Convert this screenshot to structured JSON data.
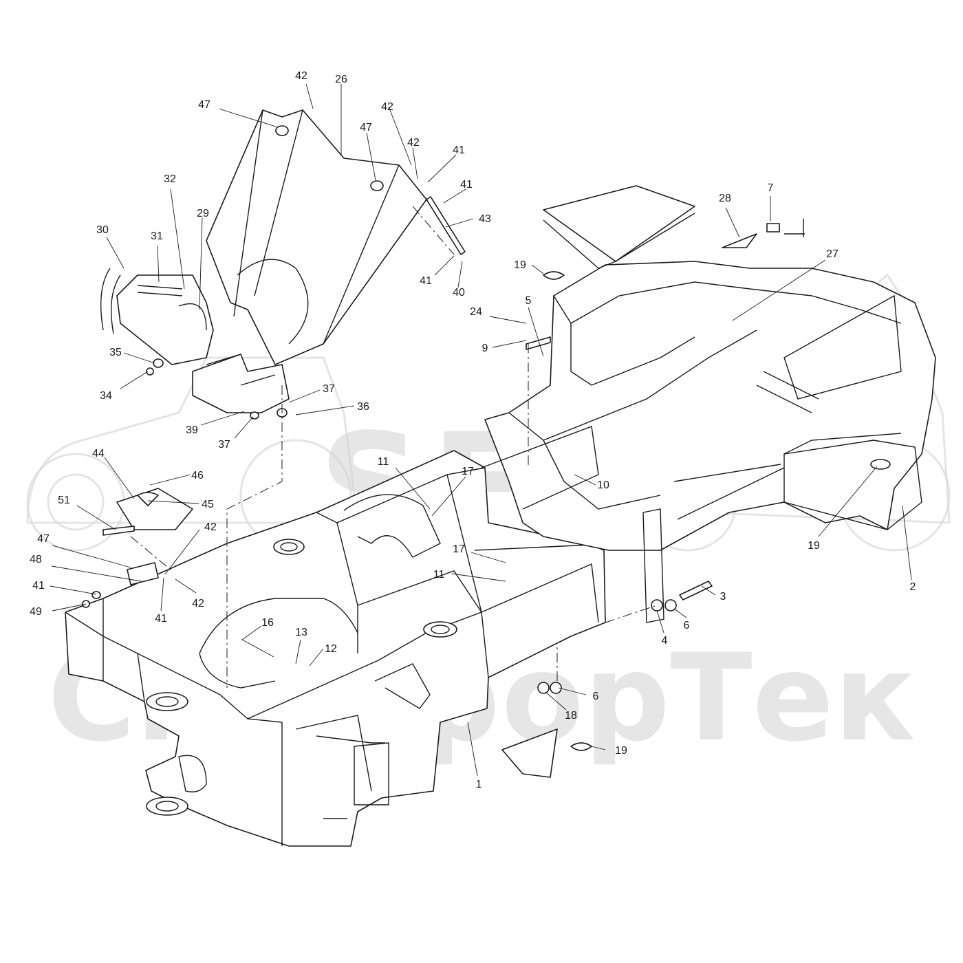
{
  "watermark": {
    "logo_text": "SFT",
    "brand_text": "СканфорТек",
    "color": "#d2d2d2"
  },
  "colors": {
    "ink": "#1a1a1a",
    "paper": "#ffffff"
  },
  "callouts": [
    {
      "id": "c-42a",
      "label": "42"
    },
    {
      "id": "c-26",
      "label": "26"
    },
    {
      "id": "c-47a",
      "label": "47"
    },
    {
      "id": "c-42b",
      "label": "42"
    },
    {
      "id": "c-47b",
      "label": "47"
    },
    {
      "id": "c-42c",
      "label": "42"
    },
    {
      "id": "c-41a",
      "label": "41"
    },
    {
      "id": "c-41b",
      "label": "41"
    },
    {
      "id": "c-43",
      "label": "43"
    },
    {
      "id": "c-41c",
      "label": "41"
    },
    {
      "id": "c-40",
      "label": "40"
    },
    {
      "id": "c-32",
      "label": "32"
    },
    {
      "id": "c-30",
      "label": "30"
    },
    {
      "id": "c-31",
      "label": "31"
    },
    {
      "id": "c-29",
      "label": "29"
    },
    {
      "id": "c-35",
      "label": "35"
    },
    {
      "id": "c-34",
      "label": "34"
    },
    {
      "id": "c-37a",
      "label": "37"
    },
    {
      "id": "c-36",
      "label": "36"
    },
    {
      "id": "c-39",
      "label": "39"
    },
    {
      "id": "c-37b",
      "label": "37"
    },
    {
      "id": "c-44",
      "label": "44"
    },
    {
      "id": "c-46",
      "label": "46"
    },
    {
      "id": "c-51",
      "label": "51"
    },
    {
      "id": "c-45",
      "label": "45"
    },
    {
      "id": "c-42d",
      "label": "42"
    },
    {
      "id": "c-47c",
      "label": "47"
    },
    {
      "id": "c-48",
      "label": "48"
    },
    {
      "id": "c-41d",
      "label": "41"
    },
    {
      "id": "c-42e",
      "label": "42"
    },
    {
      "id": "c-49",
      "label": "49"
    },
    {
      "id": "c-41e",
      "label": "41"
    },
    {
      "id": "c-16",
      "label": "16"
    },
    {
      "id": "c-13",
      "label": "13"
    },
    {
      "id": "c-12",
      "label": "12"
    },
    {
      "id": "c-11a",
      "label": "11"
    },
    {
      "id": "c-17a",
      "label": "17"
    },
    {
      "id": "c-17b",
      "label": "17"
    },
    {
      "id": "c-11b",
      "label": "11"
    },
    {
      "id": "c-1",
      "label": "1"
    },
    {
      "id": "c-28",
      "label": "28"
    },
    {
      "id": "c-7",
      "label": "7"
    },
    {
      "id": "c-19a",
      "label": "19"
    },
    {
      "id": "c-27",
      "label": "27"
    },
    {
      "id": "c-5",
      "label": "5"
    },
    {
      "id": "c-24",
      "label": "24"
    },
    {
      "id": "c-9",
      "label": "9"
    },
    {
      "id": "c-10",
      "label": "10"
    },
    {
      "id": "c-19b",
      "label": "19"
    },
    {
      "id": "c-2",
      "label": "2"
    },
    {
      "id": "c-3",
      "label": "3"
    },
    {
      "id": "c-6a",
      "label": "6"
    },
    {
      "id": "c-4",
      "label": "4"
    },
    {
      "id": "c-6b",
      "label": "6"
    },
    {
      "id": "c-18",
      "label": "18"
    },
    {
      "id": "c-19c",
      "label": "19"
    }
  ]
}
